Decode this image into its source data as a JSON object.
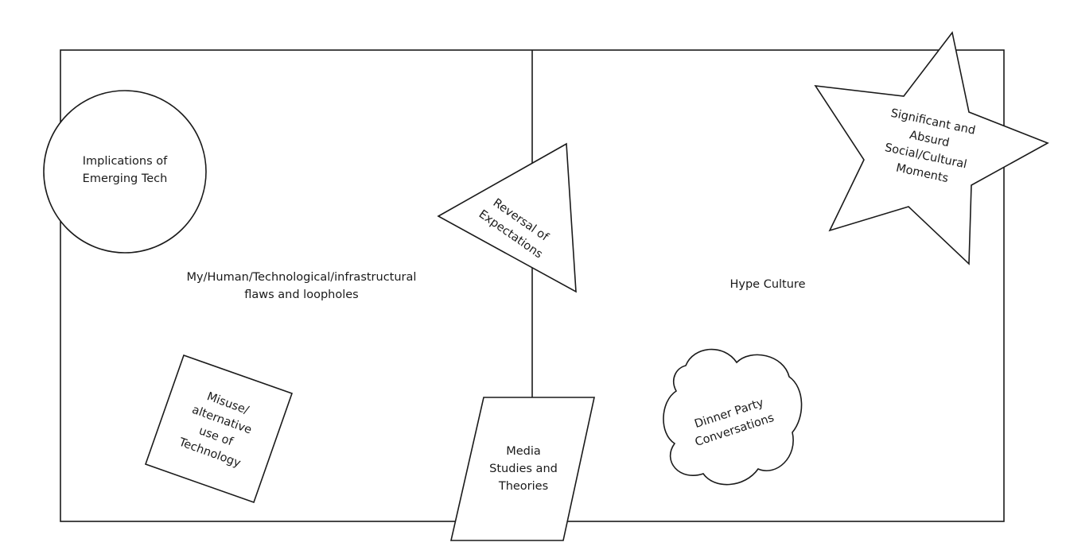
{
  "regions": {
    "left_label_lines": [
      "My/Human/Technological/infrastructural",
      "flaws and loopholes"
    ],
    "right_label_lines": [
      "Hype Culture"
    ]
  },
  "shapes": {
    "circle_lines": [
      "Implications of",
      "Emerging Tech"
    ],
    "triangle_lines": [
      "Reversal of",
      "Expectations"
    ],
    "star_lines": [
      "Significant and",
      "Absurd",
      "Social/Cultural",
      "Moments"
    ],
    "square_lines": [
      "Misuse/",
      "alternative",
      "use of",
      "Technology"
    ],
    "parallelogram_lines": [
      "Media",
      "Studies and",
      "Theories"
    ],
    "cloud_lines": [
      "Dinner Party",
      "Conversations"
    ]
  }
}
